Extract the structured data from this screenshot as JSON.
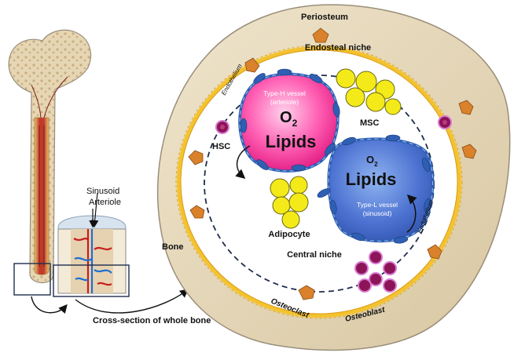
{
  "labels": {
    "periosteum": "Periosteum",
    "endosteal_niche": "Endosteal niche",
    "central_niche": "Central niche",
    "bone": "Bone",
    "osteoclast": "Osteoclast",
    "osteoblast": "Osteoblast",
    "endothelium": "Endothelium",
    "hsc": "HSC",
    "msc": "MSC",
    "adipocyte": "Adipocyte",
    "sinusoid": "Sinusoid",
    "arteriole": "Arteriole",
    "cross_section": "Cross-section of whole bone"
  },
  "type_h": {
    "title_line1": "Type-H vessel",
    "title_line2": "(arteriole)",
    "o2": "O",
    "o2_sub": "2",
    "lipids": "Lipids"
  },
  "type_l": {
    "title_line1": "Type-L vessel",
    "title_line2": "(sinusoid)",
    "o2": "O",
    "o2_sub": "2",
    "lipids": "Lipids"
  },
  "colors": {
    "bone_fill": "#f2e3c5",
    "bone_edge": "#9a8e7a",
    "marrow_fill": "#ffffff",
    "osteoblast_layer": "#f4c22d",
    "osteoclast": "#d9822b",
    "type_h_vessel": "#ff3d9e",
    "type_l_vessel": "#3b63c4",
    "endothelium": "#2f5fb3",
    "hsc": "#8c1457",
    "adipocyte": "#f4ea1a",
    "niche_boundary": "#1f2d4d",
    "arrow": "#111111"
  }
}
